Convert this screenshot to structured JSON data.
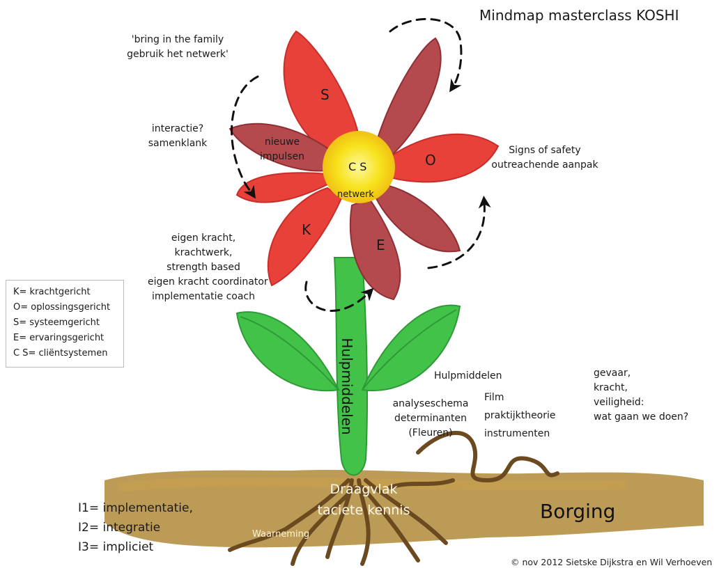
{
  "title": "Mindmap masterclass KOSHI",
  "annotations": {
    "family": [
      "'bring in the family",
      "gebruik het netwerk'"
    ],
    "interaction": [
      "interactie?",
      "samenklank"
    ],
    "safety": [
      "Signs of safety",
      "outreachende aanpak"
    ],
    "strength": [
      "eigen kracht,",
      "krachtwerk,",
      "strength based",
      "eigen kracht coordinator",
      "implementatie coach"
    ],
    "hulpmiddelen_heading": "Hulpmiddelen",
    "analyse": [
      "analyseschema",
      "determinanten",
      "(Fleuren)"
    ],
    "film": [
      "Film",
      "praktijktheorie",
      "instrumenten"
    ],
    "danger": [
      "gevaar,",
      "kracht,",
      "veiligheid:",
      "wat gaan we doen?"
    ]
  },
  "petals": {
    "s": "S",
    "o": "O",
    "k": "K",
    "e": "E",
    "nieuwe_impulsen": [
      "nieuwe",
      "impulsen"
    ]
  },
  "center": {
    "cs": "C S",
    "netwerk": "netwerk"
  },
  "stem_label": "Hulpmiddelen",
  "legend": [
    "K= krachtgericht",
    "O= oplossingsgericht",
    "S= systeemgericht",
    "E= ervaringsgericht",
    "C S= cliëntsystemen"
  ],
  "ground": {
    "draagvlak": [
      "Draagvlak",
      "taciete kennis"
    ],
    "waarneming": "Waarneming",
    "borging": "Borging",
    "ilist": [
      "I1= implementatie,",
      "I2= integratie",
      "I3= impliciet"
    ]
  },
  "copyright": "© nov 2012 Sietske Dijkstra en Wil Verhoeven",
  "colors": {
    "red_petal": "#e8413a",
    "dark_petal": "#b54a4e",
    "center_yellow": "#f7e21c",
    "stem_green": "#43c24a",
    "soil": "#b08a3a",
    "roots": "#6b4a20"
  }
}
